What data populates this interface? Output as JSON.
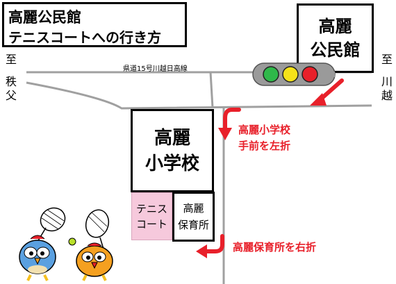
{
  "title": {
    "line1": "高麗公民館",
    "line2": "テニスコートへの行き方"
  },
  "landmarks": {
    "kominkan": {
      "line1": "高麗",
      "line2": "公民館"
    },
    "school": {
      "line1": "高麗",
      "line2": "小学校"
    },
    "tennis": {
      "line1": "テニス",
      "line2": "コート"
    },
    "nursery": {
      "line1": "高麗",
      "line2": "保育所"
    }
  },
  "road_label": "県道15号川越日高線",
  "direction_left": {
    "to": "至",
    "city_1": "秩",
    "city_2": "父"
  },
  "direction_right": {
    "to": "至",
    "city_1": "川",
    "city_2": "越"
  },
  "instructions": {
    "school_turn_line1": "高麗小学校",
    "school_turn_line2": "手前を左折",
    "nursery_turn": "高麗保育所を右折"
  },
  "colors": {
    "arrow_red": "#e8202a",
    "tennis_pink": "#f6c9dc",
    "light_green": "#2fb84a",
    "light_yellow": "#f5e21a",
    "light_red": "#e8202a",
    "light_body": "#9a9a9a"
  },
  "icons": [
    "traffic-light-icon",
    "arrow-down-left-icon",
    "mascot-blue-icon",
    "mascot-orange-icon",
    "tennis-racket-icon"
  ]
}
